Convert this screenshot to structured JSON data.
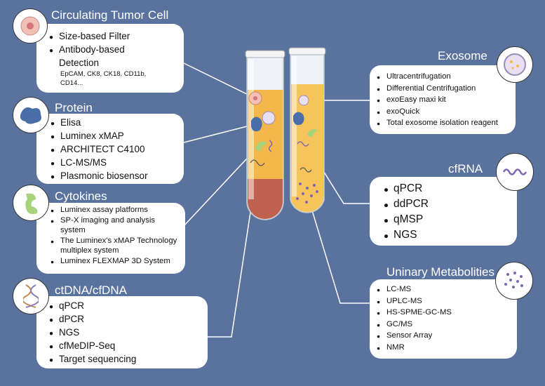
{
  "ctc": {
    "title": "Circulating Tumor Cell",
    "items": [
      "Size-based Filter",
      "Antibody-based Detection"
    ],
    "markers": "EpCAM, CK8, CK18, CD11b, CD14..."
  },
  "protein": {
    "title": "Protein",
    "items": [
      "Elisa",
      "Luminex xMAP",
      "ARCHITECT C4100",
      "LC-MS/MS",
      "Plasmonic biosensor"
    ]
  },
  "cytokines": {
    "title": "Cytokines",
    "items": [
      "Luminex assay platforms",
      "SP-X imaging and analysis system",
      "The Luminex's xMAP Technology multiplex system",
      "Luminex FLEXMAP 3D System"
    ]
  },
  "ctdna": {
    "title": "ctDNA/cfDNA",
    "items": [
      "qPCR",
      "dPCR",
      "NGS",
      "cfMeDIP-Seq",
      "Target sequencing"
    ]
  },
  "exosome": {
    "title": "Exosome",
    "items": [
      "Ultracentrifugation",
      "Differential Centrifugation",
      "exoEasy maxi kit",
      "exoQuick",
      "Total exosome isolation reagent"
    ]
  },
  "cfrna": {
    "title": "cfRNA",
    "items": [
      "qPCR",
      "ddPCR",
      "qMSP",
      "NGS"
    ]
  },
  "urinary": {
    "title": "Uninary Metabolities",
    "items": [
      "LC-MS",
      "UPLC-MS",
      "HS-SPME-GC-MS",
      "GC/MS",
      "Sensor Array",
      "NMR"
    ]
  },
  "colors": {
    "background": "#5a729e",
    "panel": "#ffffff",
    "blood": "#c0604e",
    "plasma": "#f3b74c",
    "urine": "#f7c45b"
  }
}
